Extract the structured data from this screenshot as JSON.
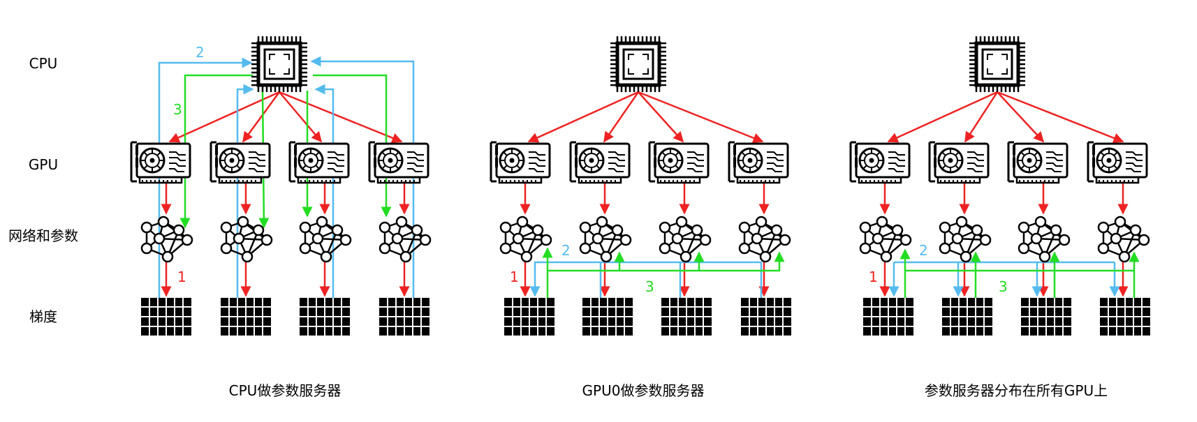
{
  "row_labels": {
    "cpu": "CPU",
    "gpu": "GPU",
    "network": "网络和参数",
    "gradient": "梯度"
  },
  "panels": [
    {
      "caption": "CPU做参数服务器",
      "step_labels": {
        "reduce": "1",
        "sum": "2",
        "broadcast": "3"
      }
    },
    {
      "caption": "GPU0做参数服务器",
      "step_labels": {
        "reduce": "1",
        "sum": "2",
        "broadcast": "3"
      }
    },
    {
      "caption": "参数服务器分布在所有GPU上",
      "step_labels": {
        "reduce": "1",
        "sum": "2",
        "broadcast": "3"
      }
    }
  ],
  "colors": {
    "step1": "#ee2222",
    "step2": "#55bbee",
    "step3": "#22dd22",
    "icon": "#000000"
  },
  "icons": {
    "cpu": "cpu-chip-icon",
    "gpu": "graphics-card-icon",
    "network": "neural-network-icon",
    "gradient": "gradient-grid-icon"
  }
}
